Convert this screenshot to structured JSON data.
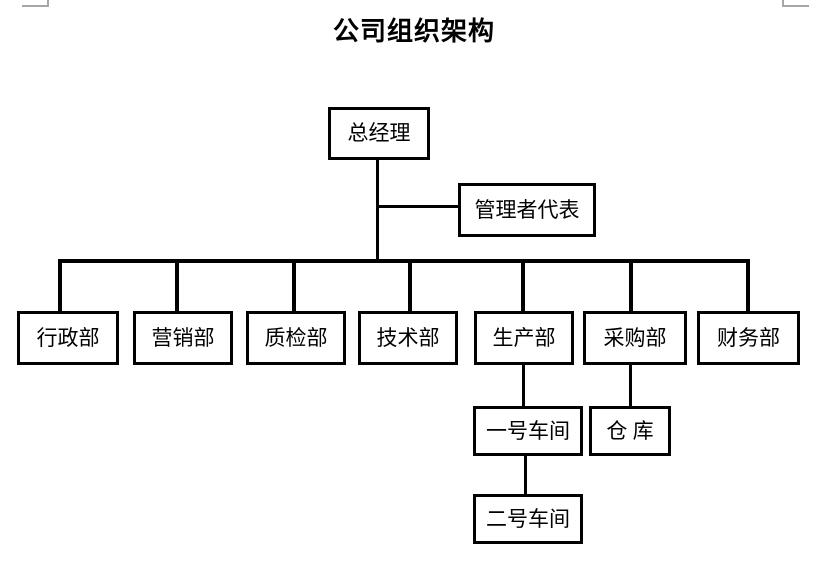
{
  "page": {
    "title": "公司组织架构"
  },
  "colors": {
    "line": "#000000",
    "background": "#ffffff",
    "boundary_mark": "#a6a6a6"
  },
  "org": {
    "root": {
      "label": "总经理"
    },
    "assistant": {
      "label": "管理者代表"
    },
    "departments": [
      {
        "label": "行政部"
      },
      {
        "label": "营销部"
      },
      {
        "label": "质检部"
      },
      {
        "label": "技术部"
      },
      {
        "label": "生产部",
        "children": [
          {
            "label": "一号车间",
            "children": [
              {
                "label": "二号车间"
              }
            ]
          }
        ]
      },
      {
        "label": "采购部",
        "children": [
          {
            "label": "仓 库"
          }
        ]
      },
      {
        "label": "财务部"
      }
    ]
  }
}
